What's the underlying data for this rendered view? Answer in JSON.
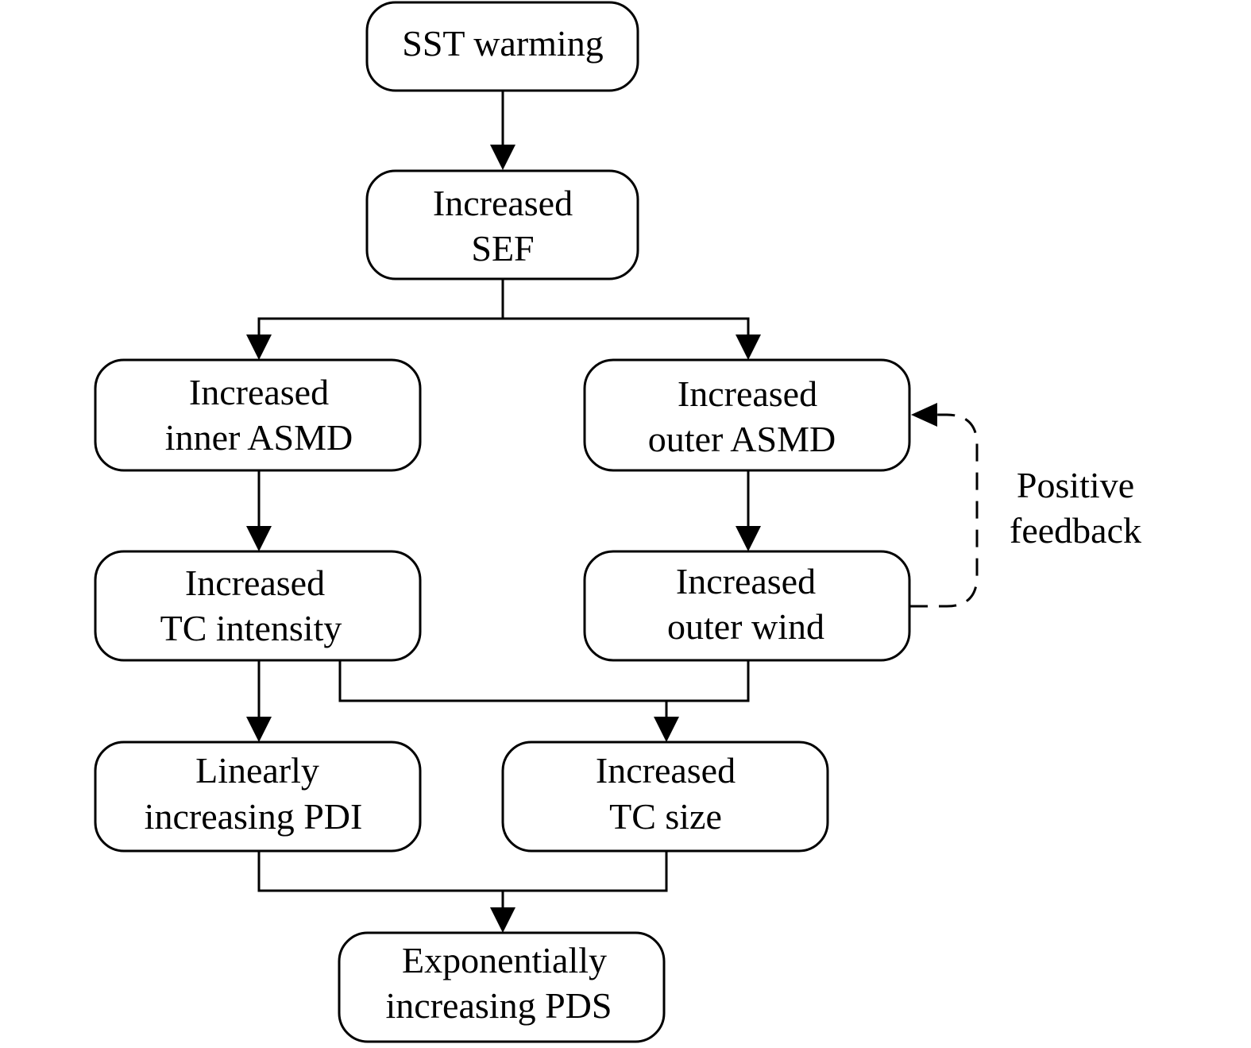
{
  "nodes": {
    "sst_warming": {
      "lines": [
        "SST warming"
      ]
    },
    "increased_sef": {
      "lines": [
        "Increased",
        "SEF"
      ]
    },
    "increased_inner_asmd": {
      "lines": [
        "Increased",
        "inner ASMD"
      ]
    },
    "increased_outer_asmd": {
      "lines": [
        "Increased",
        "outer ASMD"
      ]
    },
    "increased_tc_intensity": {
      "lines": [
        "Increased",
        "TC intensity"
      ]
    },
    "increased_outer_wind": {
      "lines": [
        "Increased",
        "outer wind"
      ]
    },
    "linearly_increasing_pdi": {
      "lines": [
        "Linearly",
        "increasing PDI"
      ]
    },
    "increased_tc_size": {
      "lines": [
        "Increased",
        "TC size"
      ]
    },
    "exponentially_increasing_pds": {
      "lines": [
        "Exponentially",
        "increasing PDS"
      ]
    }
  },
  "feedback_label": {
    "lines": [
      "Positive",
      "feedback"
    ]
  },
  "edges": [
    {
      "from": "sst_warming",
      "to": "increased_sef",
      "style": "solid"
    },
    {
      "from": "increased_sef",
      "to": "increased_inner_asmd",
      "style": "solid"
    },
    {
      "from": "increased_sef",
      "to": "increased_outer_asmd",
      "style": "solid"
    },
    {
      "from": "increased_inner_asmd",
      "to": "increased_tc_intensity",
      "style": "solid"
    },
    {
      "from": "increased_outer_asmd",
      "to": "increased_outer_wind",
      "style": "solid"
    },
    {
      "from": "increased_tc_intensity",
      "to": "linearly_increasing_pdi",
      "style": "solid"
    },
    {
      "from": "increased_tc_intensity",
      "to": "increased_tc_size",
      "style": "solid"
    },
    {
      "from": "increased_outer_wind",
      "to": "increased_tc_size",
      "style": "solid"
    },
    {
      "from": "linearly_increasing_pdi",
      "to": "exponentially_increasing_pds",
      "style": "solid"
    },
    {
      "from": "increased_tc_size",
      "to": "exponentially_increasing_pds",
      "style": "solid"
    },
    {
      "from": "increased_outer_wind",
      "to": "increased_outer_asmd",
      "style": "dashed",
      "label": "Positive feedback"
    }
  ]
}
